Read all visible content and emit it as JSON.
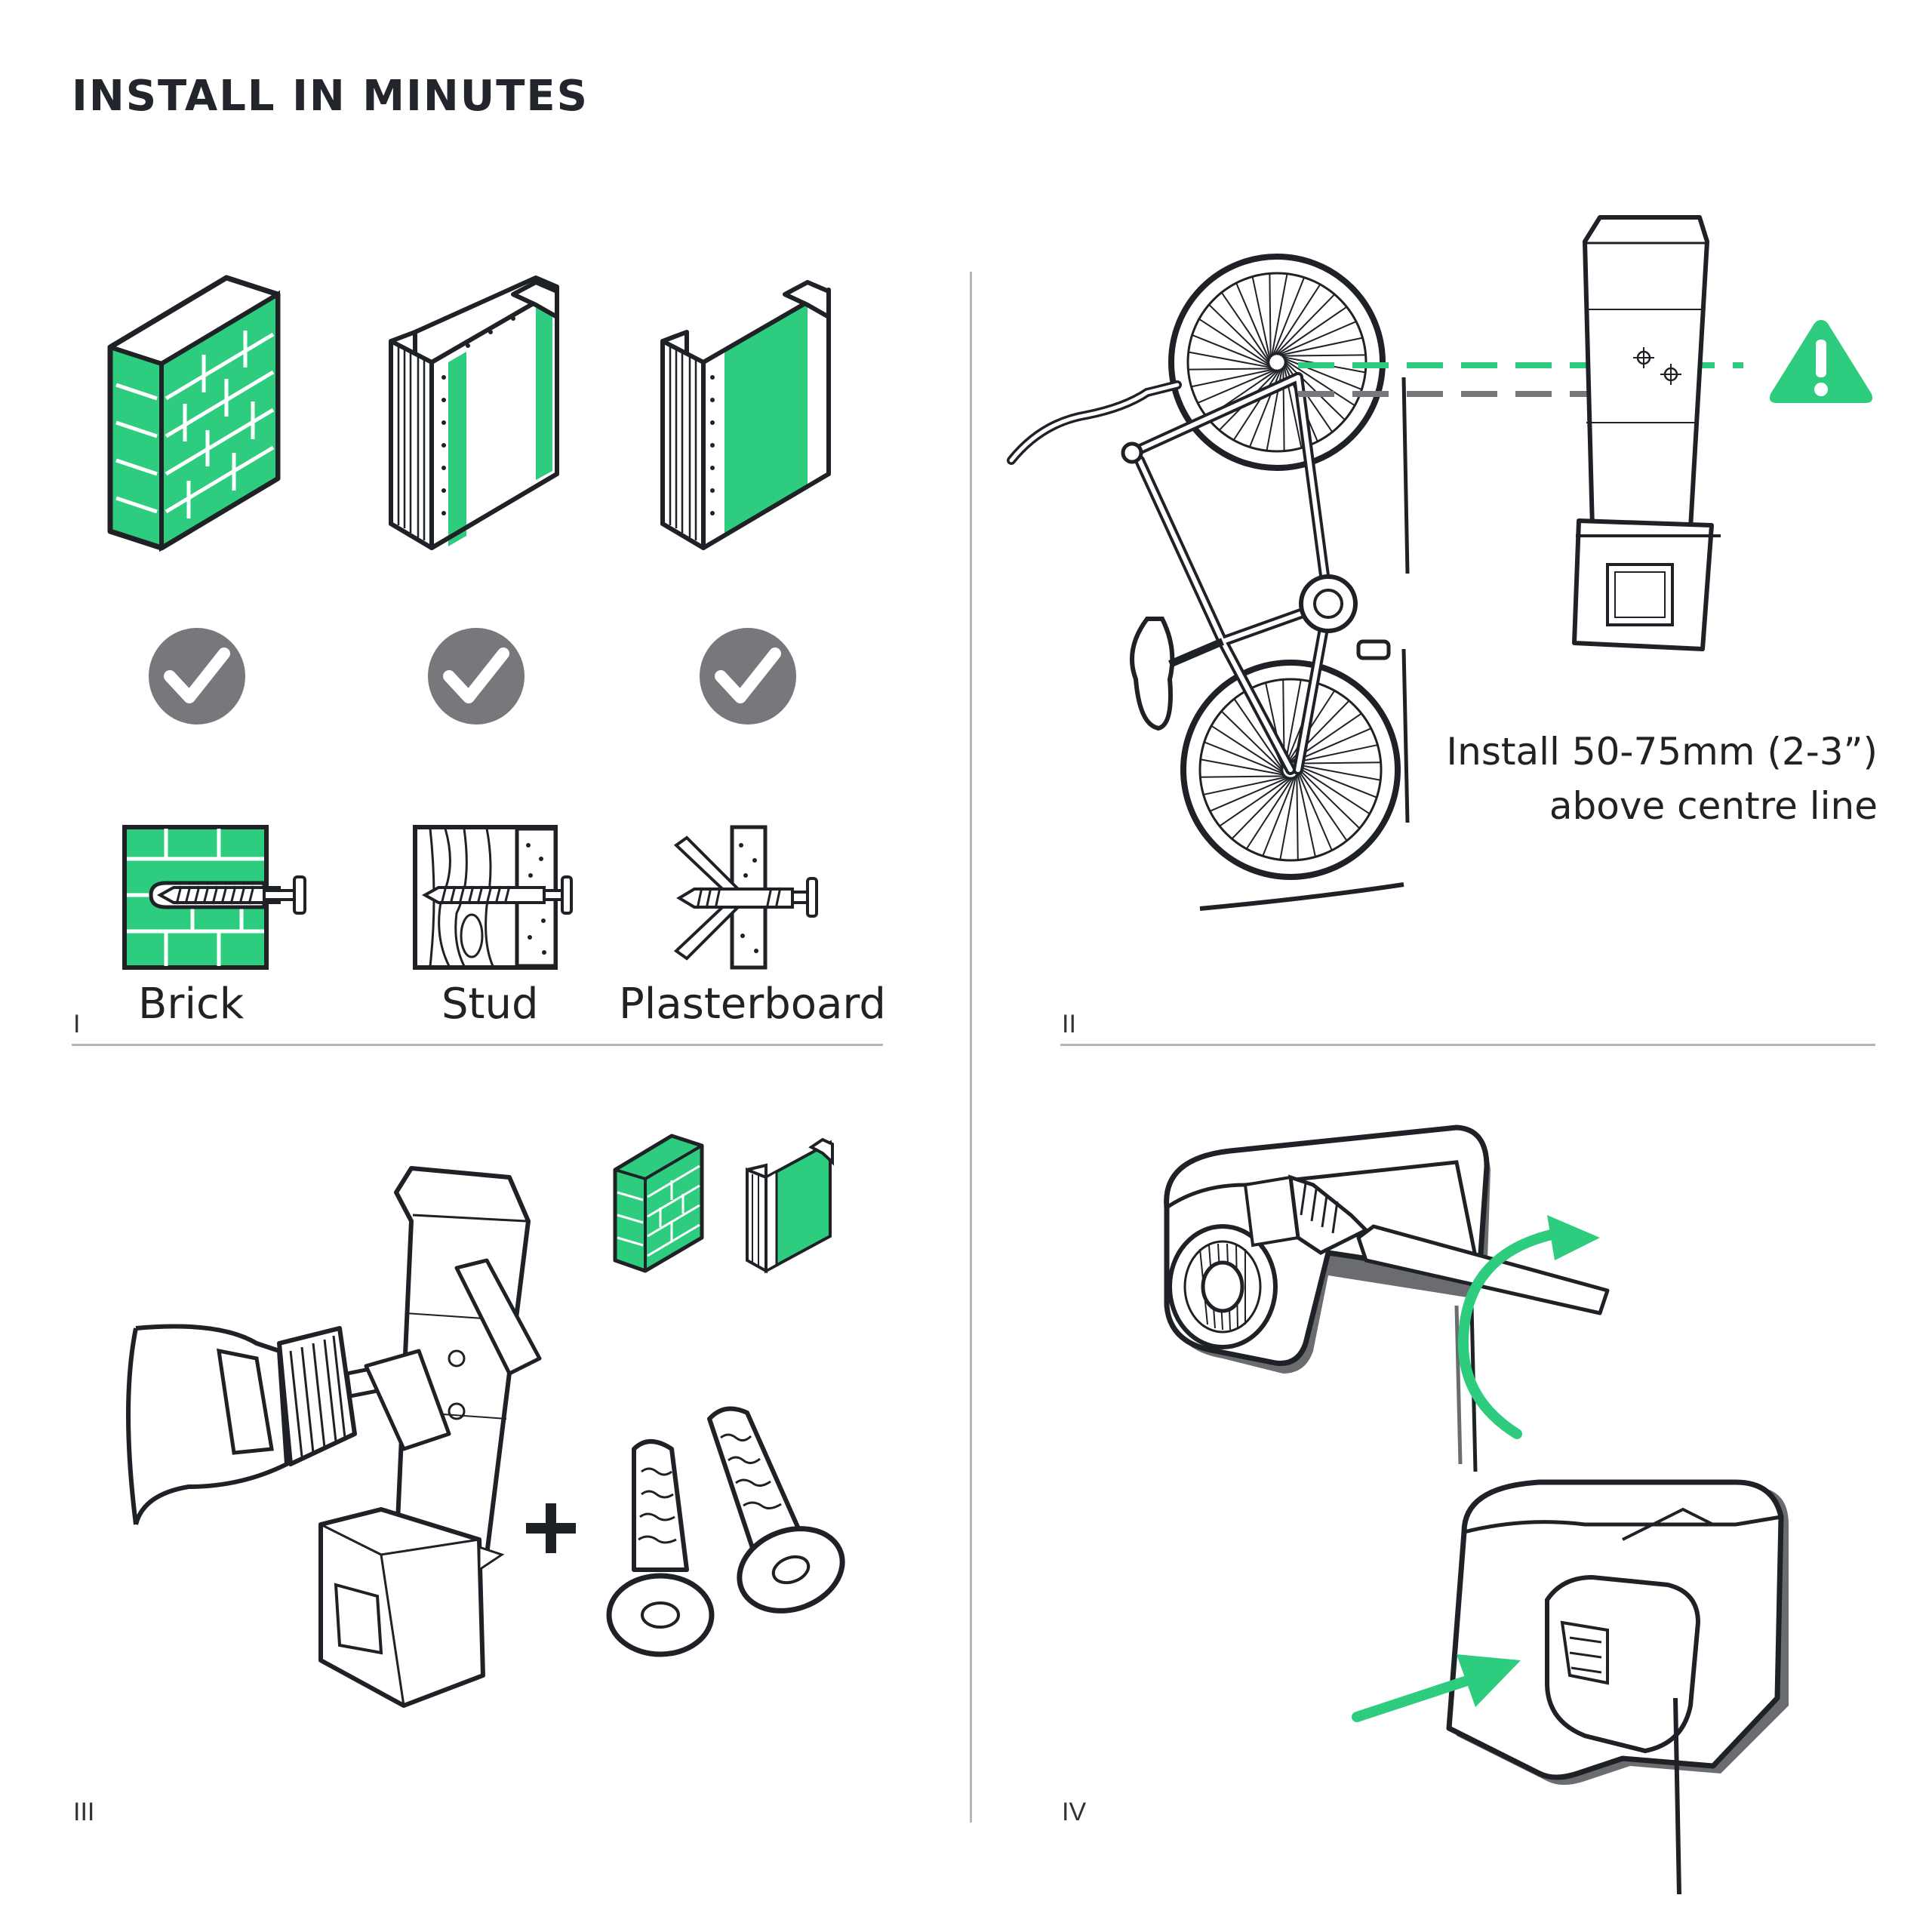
{
  "title": "INSTALL IN MINUTES",
  "colors": {
    "accent": "#2ecc7e",
    "grey": "#76787b",
    "ink": "#1e2126",
    "divider": "#b4b6b8"
  },
  "steps": [
    {
      "number": "I",
      "walls": [
        "Brick",
        "Stud",
        "Plasterboard"
      ],
      "icons": [
        "brick-wall-icon",
        "stud-wall-icon",
        "plasterboard-wall-icon",
        "check-icon",
        "screw-anchor-icon"
      ]
    },
    {
      "number": "II",
      "note_line1": "Install 50-75mm (2-3”)",
      "note_line2": "above centre line",
      "icons": [
        "bicycle-icon",
        "bracket-template-icon",
        "warning-icon"
      ]
    },
    {
      "number": "III",
      "icons": [
        "drill-icon",
        "template-icon",
        "wall-plug-icon",
        "plus-icon"
      ]
    },
    {
      "number": "IV",
      "icons": [
        "bracket-icon",
        "screwdriver-icon",
        "rotate-arrow-icon",
        "cover-icon",
        "push-arrow-icon"
      ]
    }
  ]
}
